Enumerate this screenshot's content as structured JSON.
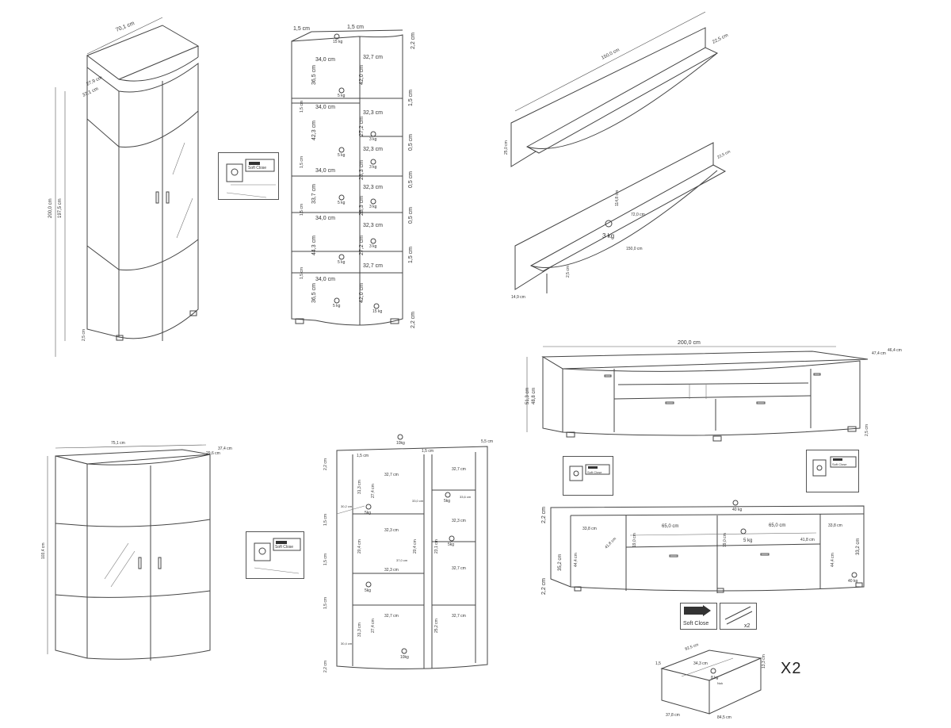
{
  "tall_cabinet": {
    "width": "70,1 cm",
    "depth_outer": "37,1 cm",
    "depth_inner": "27,9 cm",
    "height_total": "200,0 cm",
    "height_body": "197,5 cm",
    "plinth": "2,5 cm"
  },
  "tall_interior": {
    "top_left": "1,5 cm",
    "top_right": "1,5 cm",
    "top_gap": "2,2 cm",
    "bottom_gap": "2,2 cm",
    "left_widths": [
      "34,0 cm",
      "34,0 cm",
      "34,0 cm",
      "34,0 cm",
      "34,0 cm"
    ],
    "right_widths": [
      "32,7 cm",
      "32,3 cm",
      "32,3 cm",
      "32,3 cm",
      "32,3 cm",
      "32,7 cm"
    ],
    "left_heights": [
      "36,5 cm",
      "42,3 cm",
      "33,7 cm",
      "44,3 cm",
      "36,5 cm"
    ],
    "right_heights": [
      "42,0 cm",
      "27,2 cm",
      "28,3 cm",
      "28,3 cm",
      "27,2 cm",
      "42,0 cm"
    ],
    "divider_labels": [
      "1,5 cm",
      "1,5 cm",
      "1,5 cm",
      "1,5 cm"
    ],
    "right_side_labels": [
      "1,5 cm",
      "0,5 cm",
      "0,5 cm",
      "0,5 cm",
      "1,5 cm"
    ],
    "weights": [
      "15 kg",
      "5 kg",
      "5 kg",
      "5 kg",
      "5 kg",
      "3 kg",
      "3 kg",
      "3 kg",
      "3 kg",
      "5 kg",
      "15 kg"
    ]
  },
  "hinge_badge": {
    "label": "Soft Close"
  },
  "wall_shelf_top": {
    "length": "150,0 cm",
    "depth": "22,5 cm",
    "height": "25,0 cm"
  },
  "wall_shelf_bottom": {
    "length_back": "150,0 cm",
    "width_inner": "114,8 cm",
    "shelf_w": "72,0 cm",
    "depth": "22,5 cm",
    "board_h": "2,5 cm",
    "left_h": "14,9 cm",
    "weight": "3 kg"
  },
  "tv_bench": {
    "width": "200,0 cm",
    "depth": "47,4 cm",
    "depth_b": "46,4 cm",
    "height_a": "51,3 cm",
    "height_b": "48,8 cm",
    "plinth": "2,5 cm"
  },
  "tv_interior": {
    "top": "2,2 cm",
    "bottom": "2,2 cm",
    "left_w": "33,8 cm",
    "mid_w1": "65,0 cm",
    "mid_w2": "65,0 cm",
    "right_w": "33,8 cm",
    "left_h": "41,8 cm",
    "right_h": "41,8 cm",
    "h1": "19,0 cm",
    "h2": "19,0 cm",
    "side_h": "35,2 cm",
    "side_h2": "44,4 cm",
    "side_h3": "44,4 cm",
    "side_h4": "33,2 cm",
    "weight_top": "40 kg",
    "weight_mid": "5 kg",
    "inner_a": "41,8 cm",
    "inner_b": "41,8 cm",
    "small_a": "41,8 cm",
    "small_b": "41,8 cm"
  },
  "highboard": {
    "width": "75,1 cm",
    "depth": "37,4 cm",
    "depth_b": "29,6 cm",
    "height": "103,4 cm"
  },
  "highboard_interior": {
    "top_l": "1,5 cm",
    "top_r": "1,5 cm",
    "right_top": "5,5 cm",
    "widths": [
      "32,7 cm",
      "32,7 cm",
      "32,3 cm",
      "32,3 cm",
      "32,3 cm",
      "32,7 cm",
      "32,7 cm",
      "32,7 cm"
    ],
    "heights": [
      "31,3 cm",
      "27,4 cm",
      "20,4 cm",
      "20,4 cm",
      "31,3 cm",
      "27,4 cm",
      "23,1 cm",
      "25,2 cm"
    ],
    "side": [
      "2,2 cm",
      "1,5 cm",
      "1,5 cm",
      "1,5 cm",
      "2,2 cm"
    ],
    "weights": [
      "10kg",
      "5kg",
      "5kg",
      "5kg",
      "5kg",
      "10kg"
    ],
    "small": [
      "30,2 cm",
      "33,0 cm",
      "33,6 cm",
      "37,0 cm",
      "30,4 cm"
    ]
  },
  "drawer": {
    "front": "84,5 cm",
    "depth": "37,8 cm",
    "inner_w": "82,5 cm",
    "inner_d": "34,3 cm",
    "height": "13,3 cm",
    "weight": "8 kg",
    "side": "1,5",
    "label": "Nuk"
  },
  "features": {
    "soft_close": "Soft Close",
    "rails_count": "x2"
  },
  "drawer_count": "X2"
}
